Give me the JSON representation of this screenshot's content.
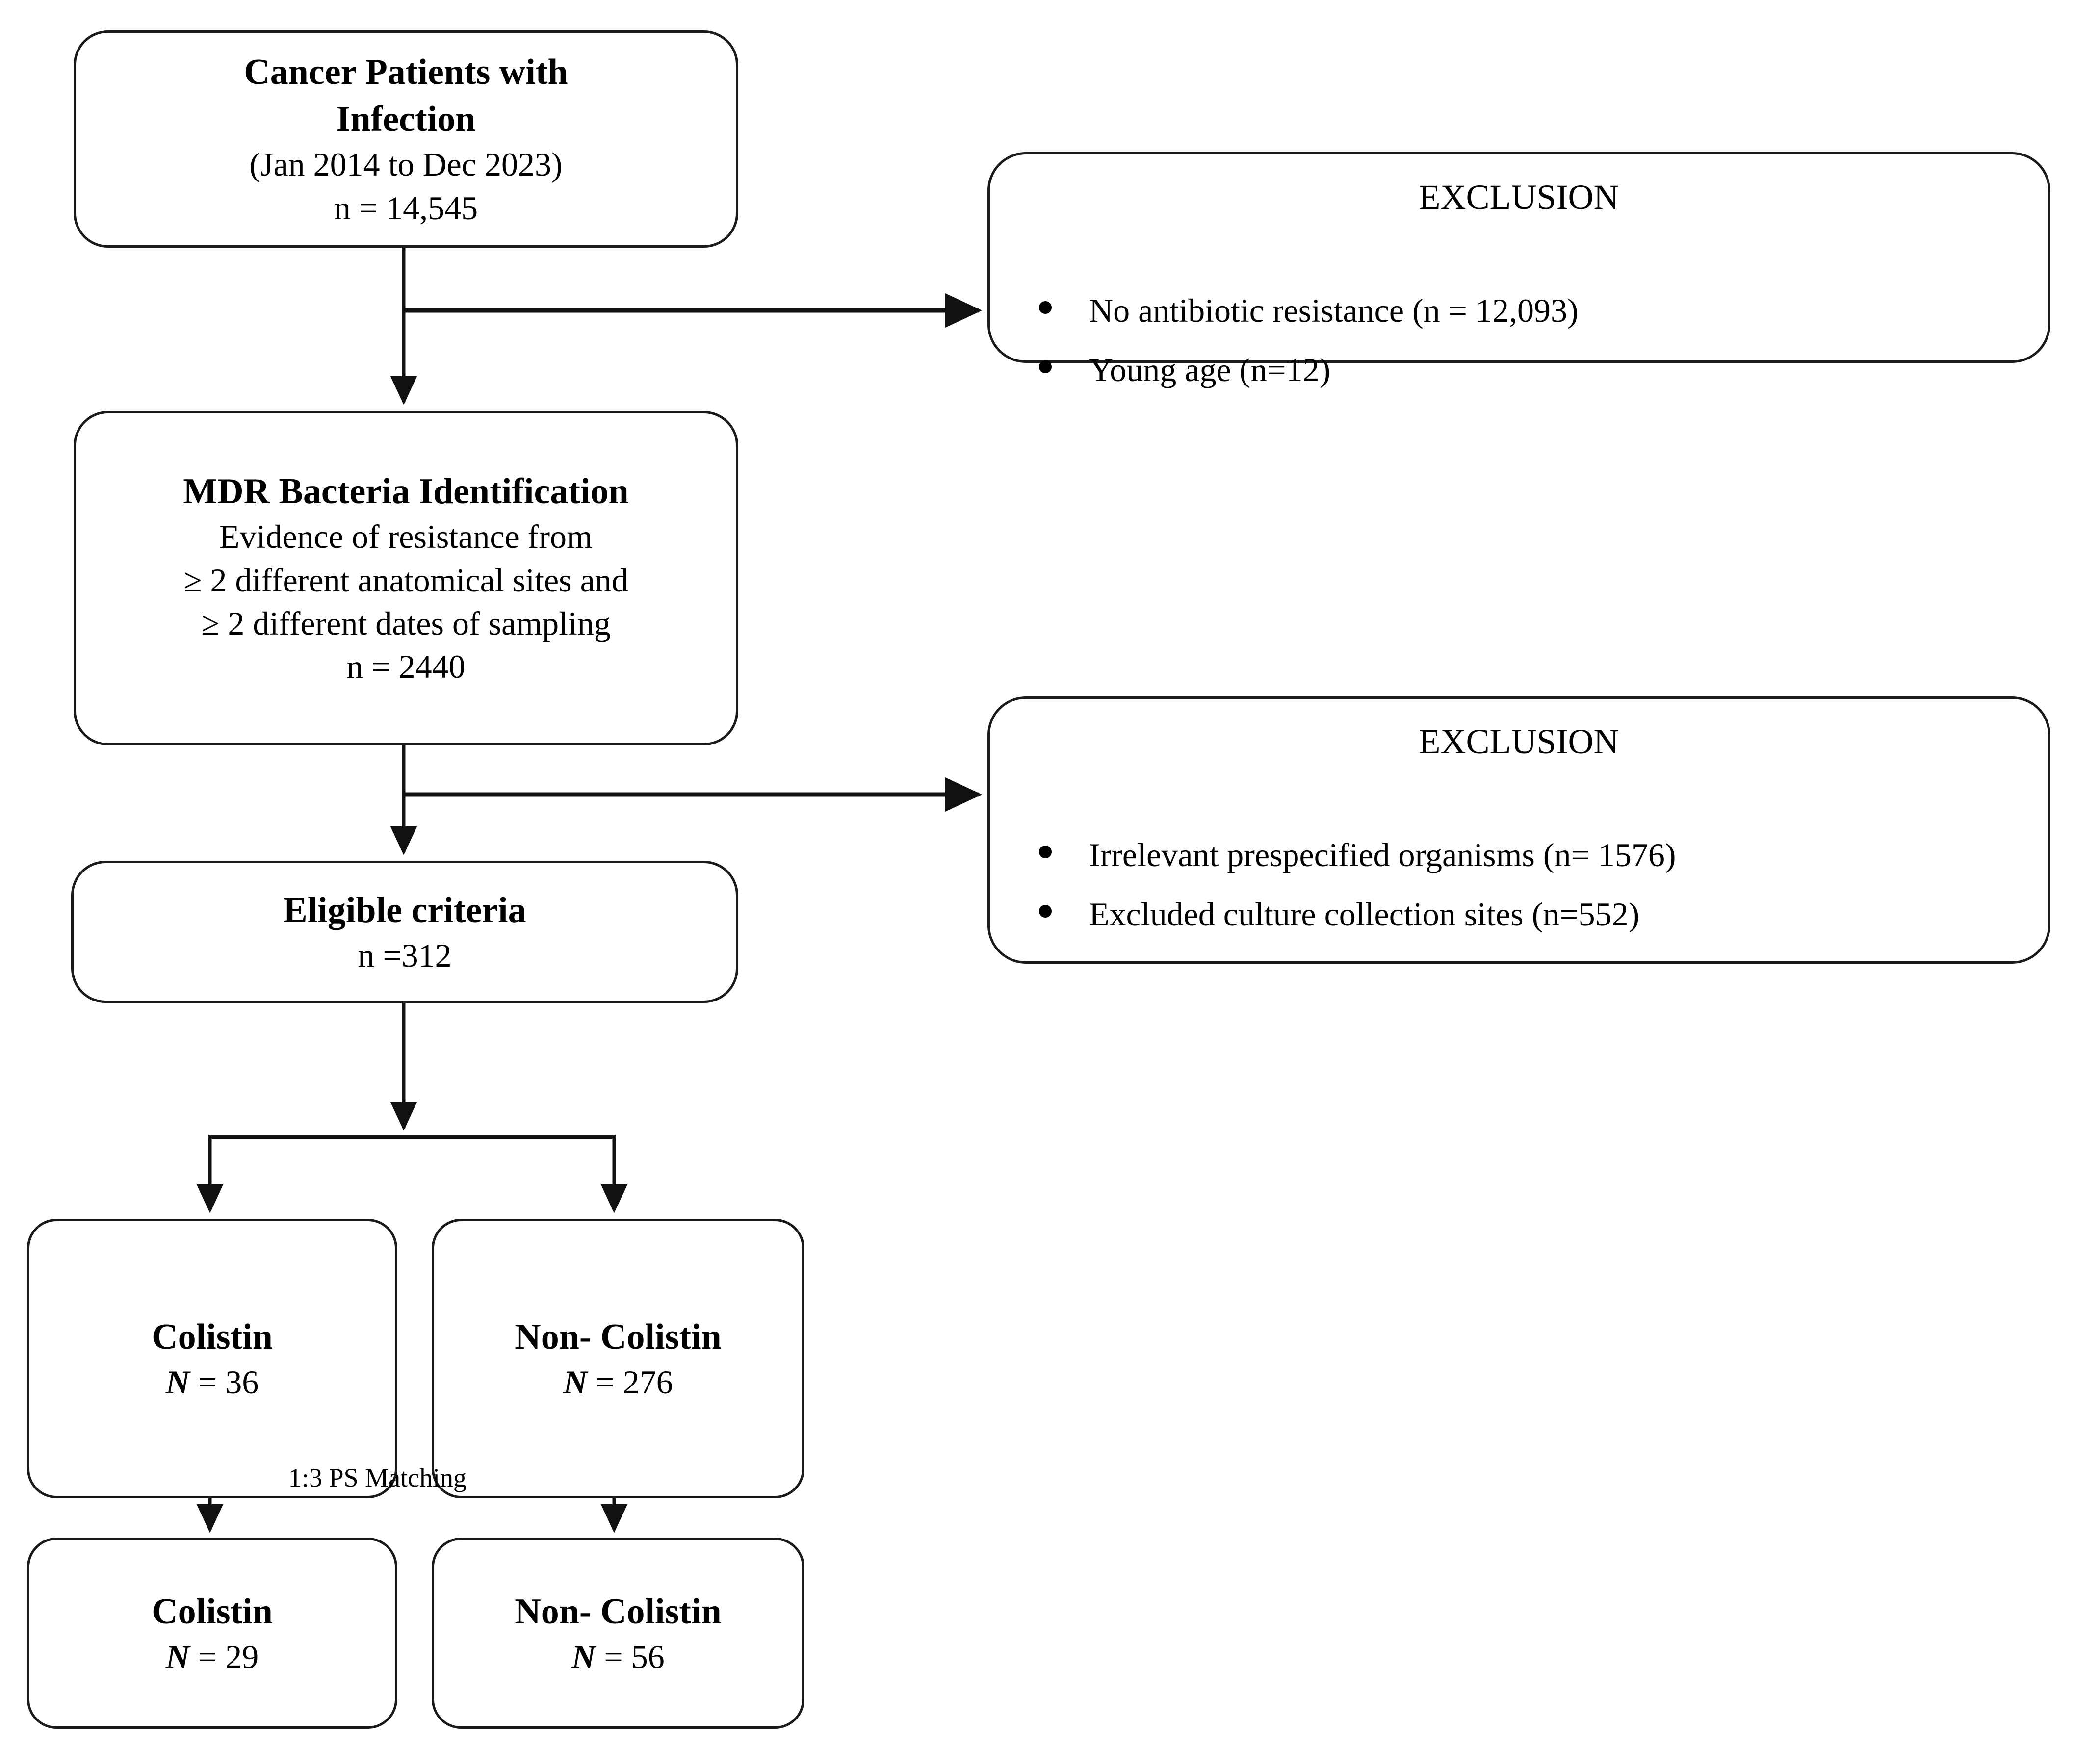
{
  "diagram": {
    "title": "Study participant flow diagram",
    "line_color": "#1a1a1a",
    "background": "#ffffff",
    "nodes": {
      "enrollment": {
        "heading_line1": "Cancer Patients with",
        "heading_line2": "Infection",
        "period": "(Jan 2014 to Dec 2023)",
        "count": "n = 14,545"
      },
      "exclusion_1": {
        "heading": "EXCLUSION",
        "items": [
          "No antibiotic resistance (n = 12,093)",
          "Young age (n=12)"
        ]
      },
      "mdr": {
        "heading": "MDR Bacteria Identification",
        "detail_line1": "Evidence of resistance from",
        "detail_line2": "≥ 2 different anatomical sites and",
        "detail_line3": "≥ 2 different dates of sampling",
        "count": "n = 2440"
      },
      "exclusion_2": {
        "heading": "EXCLUSION",
        "items": [
          "Irrelevant prespecified organisms (n= 1576)",
          "Excluded culture collection sites (n=552)"
        ]
      },
      "eligible": {
        "heading": "Eligible criteria",
        "count": "n =312"
      },
      "colistin_pre": {
        "heading": "Colistin",
        "n_symbol": "N",
        "count": "= 36"
      },
      "non_colistin_pre": {
        "heading": "Non- Colistin",
        "n_symbol": "N",
        "count": "= 276"
      },
      "colistin_post": {
        "heading": "Colistin",
        "n_symbol": "N",
        "count": "= 29"
      },
      "non_colistin_post": {
        "heading": "Non- Colistin",
        "n_symbol": "N",
        "count": "= 56"
      }
    },
    "edge_labels": {
      "ps_matching": "1:3 PS Matching"
    }
  }
}
